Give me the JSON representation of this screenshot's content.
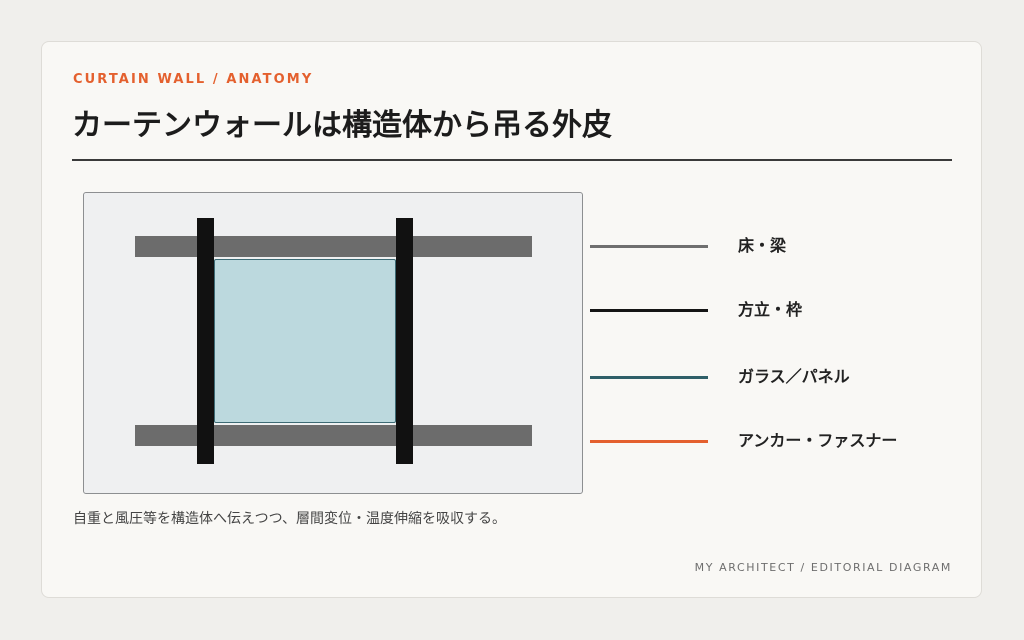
{
  "header": {
    "eyebrow": "CURTAIN WALL / ANATOMY",
    "title": "カーテンウォールは構造体から吊る外皮"
  },
  "legend": {
    "items": [
      {
        "label": "床・梁",
        "color": "#6f6f6f"
      },
      {
        "label": "方立・枠",
        "color": "#151515"
      },
      {
        "label": "ガラス／パネル",
        "color": "#2f5f68"
      },
      {
        "label": "アンカー・ファスナー",
        "color": "#e4602e"
      }
    ]
  },
  "diagram": {
    "colors": {
      "slab": "#6c6c6c",
      "mullion": "#111111",
      "glass_fill": "#bcd9de",
      "glass_edge": "#3d6b75",
      "background": "#eff0f1"
    }
  },
  "caption": "自重と風圧等を構造体へ伝えつつ、層間変位・温度伸縮を吸収する。",
  "footer": "MY ARCHITECT / EDITORIAL DIAGRAM"
}
